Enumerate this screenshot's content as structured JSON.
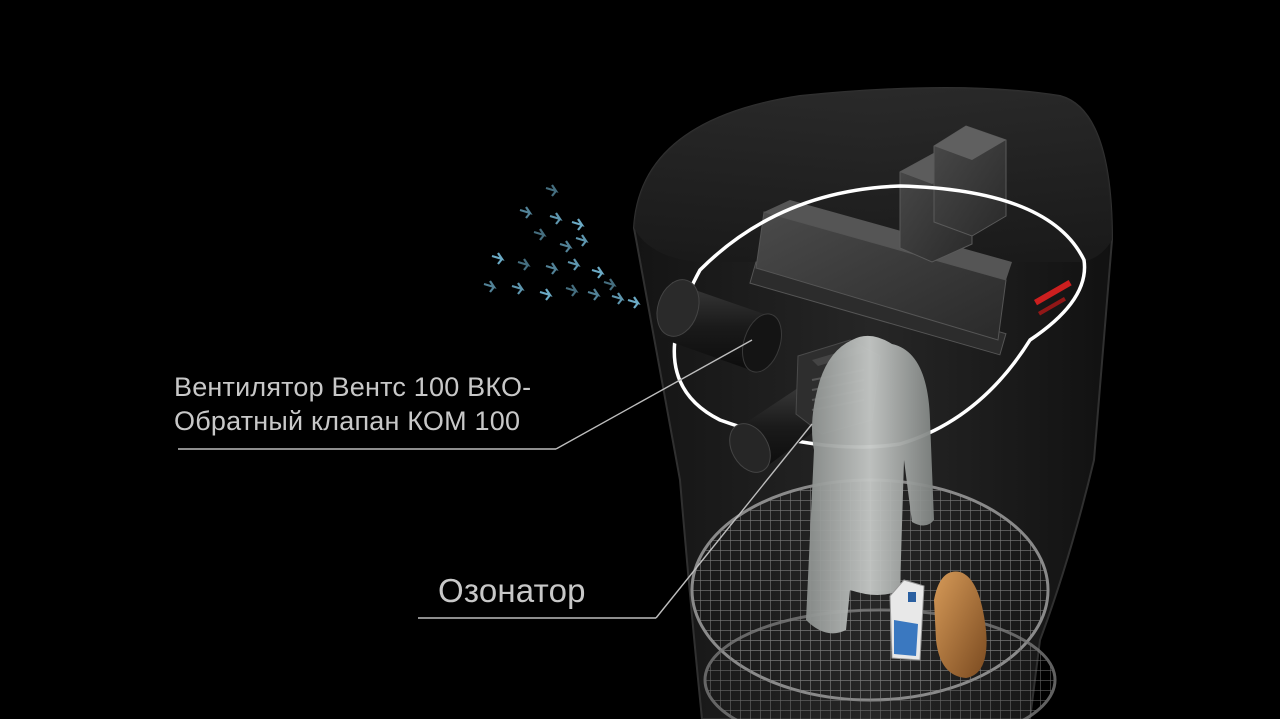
{
  "labels": {
    "fan_line1": "Вентилятор Вентс 100 ВКО-",
    "fan_line2": "Обратный клапан КОМ 100",
    "ozonator": "Озонатор"
  },
  "colors": {
    "background": "#000000",
    "label_text": "#c8c8c8",
    "leader_line": "#bdbdbd",
    "airflow_arrows": "#7ec8e8",
    "ring": "#ffffff",
    "indicator": "#e02020"
  }
}
